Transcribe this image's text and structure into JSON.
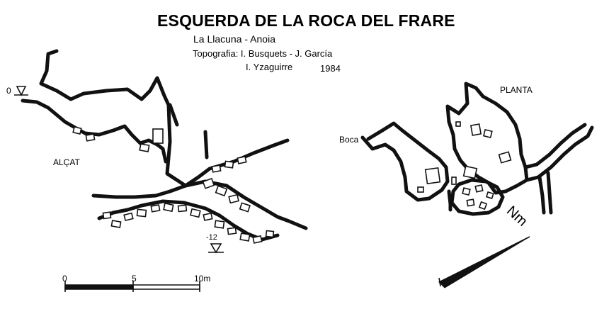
{
  "title": "ESQUERDA DE LA ROCA DEL FRARE",
  "location": "La Llacuna - Anoia",
  "topography_line1": "Topografia: I. Busquets - J. García",
  "topography_line2": "I. Yzaguirre",
  "year": "1984",
  "elevation_label": "ALÇAT",
  "plan_label": "PLANTA",
  "entrance_label": "Boca",
  "depth_top": "0",
  "depth_bottom": "-12",
  "scale": {
    "start": "0",
    "mid": "5",
    "end": "10m"
  },
  "north_label": "Nm"
}
